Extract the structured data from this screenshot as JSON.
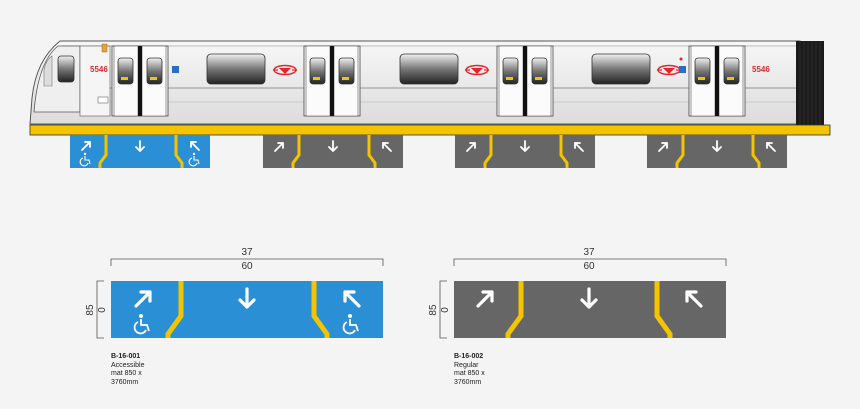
{
  "train": {
    "car_numbers": [
      "5546",
      "5546"
    ]
  },
  "mats": {
    "accessible": {
      "dim_top_1": "37",
      "dim_top_2": "60",
      "dim_side_1": "85",
      "dim_side_2": "0",
      "code": "B-16-001",
      "caption_lines": [
        "Accessible",
        "mat  850 x",
        "3760mm"
      ],
      "color": "#2b8fd6"
    },
    "regular": {
      "dim_top_1": "37",
      "dim_top_2": "60",
      "dim_side_1": "85",
      "dim_side_2": "0",
      "code": "B-16-002",
      "caption_lines": [
        "Regular",
        "mat  850 x",
        "3760mm"
      ],
      "color": "#666666"
    }
  },
  "colors": {
    "platform_edge": "#f5c400",
    "car_body": "#e6e6e6",
    "ttc_logo": "#e0282b"
  },
  "icons": [
    "arrow-up-right-icon",
    "arrow-down-icon",
    "arrow-up-left-icon",
    "wheelchair-icon",
    "ttc-logo-icon"
  ]
}
